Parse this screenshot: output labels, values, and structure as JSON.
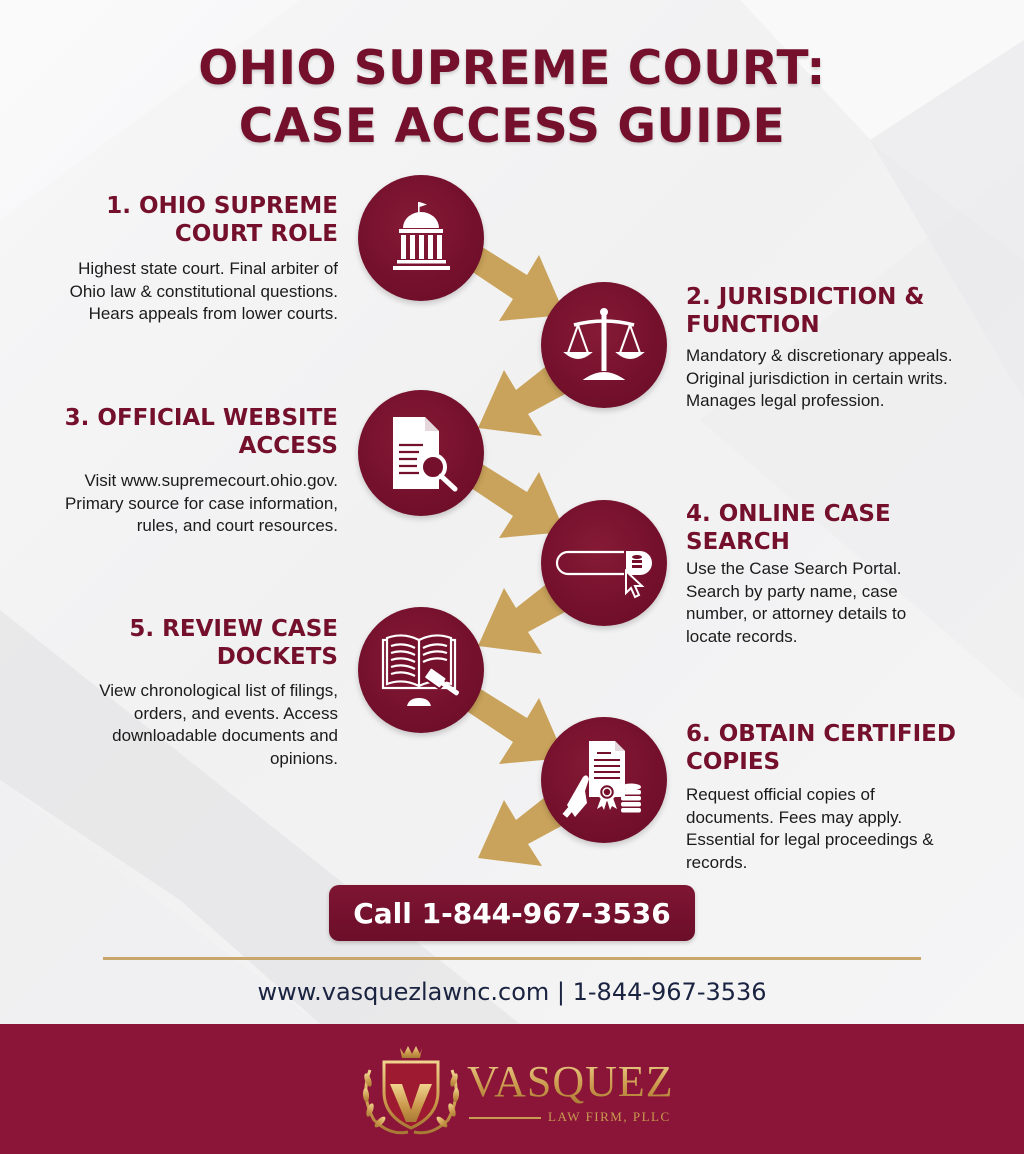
{
  "title": {
    "line1": "OHIO SUPREME COURT:",
    "line2": "CASE ACCESS GUIDE"
  },
  "steps": [
    {
      "number": "1",
      "heading_lines": [
        "1. OHIO SUPREME",
        "COURT ROLE"
      ],
      "description_lines": [
        "Highest state court. Final arbiter of",
        "Ohio law & constitutional questions.",
        "Hears appeals from lower courts."
      ],
      "icon": "courthouse-icon",
      "side": "left"
    },
    {
      "number": "2",
      "heading_lines": [
        "2. JURISDICTION &",
        "FUNCTION"
      ],
      "description_lines": [
        "Mandatory & discretionary appeals.",
        "Original jurisdiction in certain writs.",
        "Manages legal profession."
      ],
      "icon": "scales-of-justice-icon",
      "side": "right"
    },
    {
      "number": "3",
      "heading_lines": [
        "3. OFFICIAL WEBSITE",
        "ACCESS"
      ],
      "description_lines": [
        "Visit www.supremecourt.ohio.gov.",
        "Primary source for case information,",
        "rules, and court resources."
      ],
      "icon": "document-search-icon",
      "side": "left"
    },
    {
      "number": "4",
      "heading_lines": [
        "4. ONLINE CASE",
        "SEARCH"
      ],
      "description_lines": [
        "Use the Case Search Portal.",
        "Search by party name, case",
        "number, or attorney details to",
        "locate records."
      ],
      "icon": "search-bar-cursor-icon",
      "side": "right"
    },
    {
      "number": "5",
      "heading_lines": [
        "5. REVIEW CASE",
        "DOCKETS"
      ],
      "description_lines": [
        "View chronological list of filings,",
        "orders, and events. Access",
        "downloadable documents and",
        "opinions."
      ],
      "icon": "book-gavel-icon",
      "side": "left"
    },
    {
      "number": "6",
      "heading_lines": [
        "6. OBTAIN CERTIFIED",
        "COPIES"
      ],
      "description_lines": [
        "Request official copies of",
        "documents. Fees may apply.",
        "Essential for legal proceedings &",
        "records."
      ],
      "icon": "certificate-hand-coins-icon",
      "side": "right"
    }
  ],
  "cta": {
    "label": "Call 1-844-967-3536"
  },
  "contact_line": "www.vasquezlawnc.com | 1-844-967-3536",
  "footer": {
    "logo_name": "VASQUEZ",
    "logo_subtitle": "LAW FIRM, PLLC"
  },
  "colors": {
    "brand_maroon": "#74102c",
    "footer_maroon": "#8a1538",
    "gold": "#c9a66b",
    "text_dark": "#1b1b1b",
    "contact_navy": "#1a2340"
  }
}
